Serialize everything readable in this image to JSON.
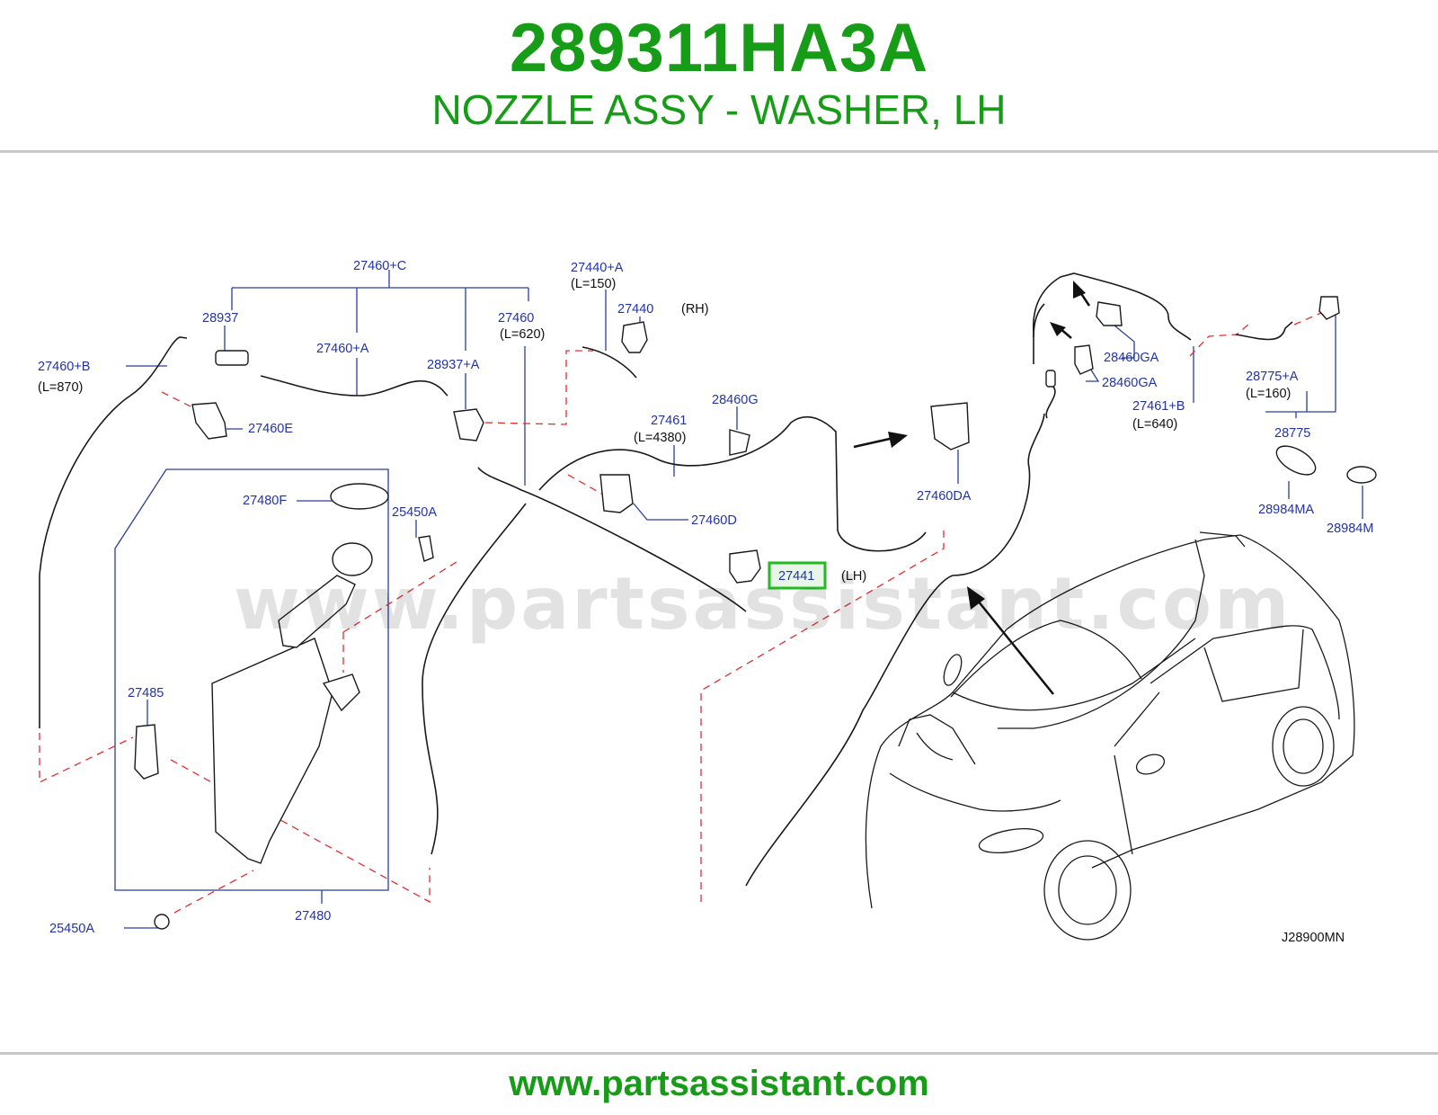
{
  "header": {
    "part_number": "289311HA3A",
    "part_name": "NOZZLE ASSY - WASHER, LH"
  },
  "watermark": "www.partsassistant.com",
  "footer": {
    "url": "www.partsassistant.com"
  },
  "colors": {
    "brand_green": "#169c16",
    "label_blue": "#2233aa",
    "dashed_red": "#e03030",
    "highlight_green": "#22bb22"
  },
  "diagram": {
    "code": "J28900MN",
    "labels": {
      "p27460C": "27460+C",
      "p28937": "28937",
      "p27460A": "27460+A",
      "p28937A": "28937+A",
      "p27460": "27460",
      "p27460_len": "(L=620)",
      "p27460B": "27460+B",
      "p27460B_len": "(L=870)",
      "p27460E": "27460E",
      "p27440A": "27440+A",
      "p27440A_len": "(L=150)",
      "p27440": "27440",
      "rh": "(RH)",
      "p27461": "27461",
      "p27461_len": "(L=4380)",
      "p28460G": "28460G",
      "p27460D": "27460D",
      "p27460DA": "27460DA",
      "p27441": "27441",
      "lh": "(LH)",
      "p27480F": "27480F",
      "p25450A_top": "25450A",
      "p27485": "27485",
      "p27480": "27480",
      "p25450A_bottom": "25450A",
      "p28460GA_1": "28460GA",
      "p28460GA_2": "28460GA",
      "p27461B": "27461+B",
      "p27461B_len": "(L=640)",
      "p28775A": "28775+A",
      "p28775A_len": "(L=160)",
      "p28775": "28775",
      "p28984MA": "28984MA",
      "p28984M": "28984M"
    }
  }
}
